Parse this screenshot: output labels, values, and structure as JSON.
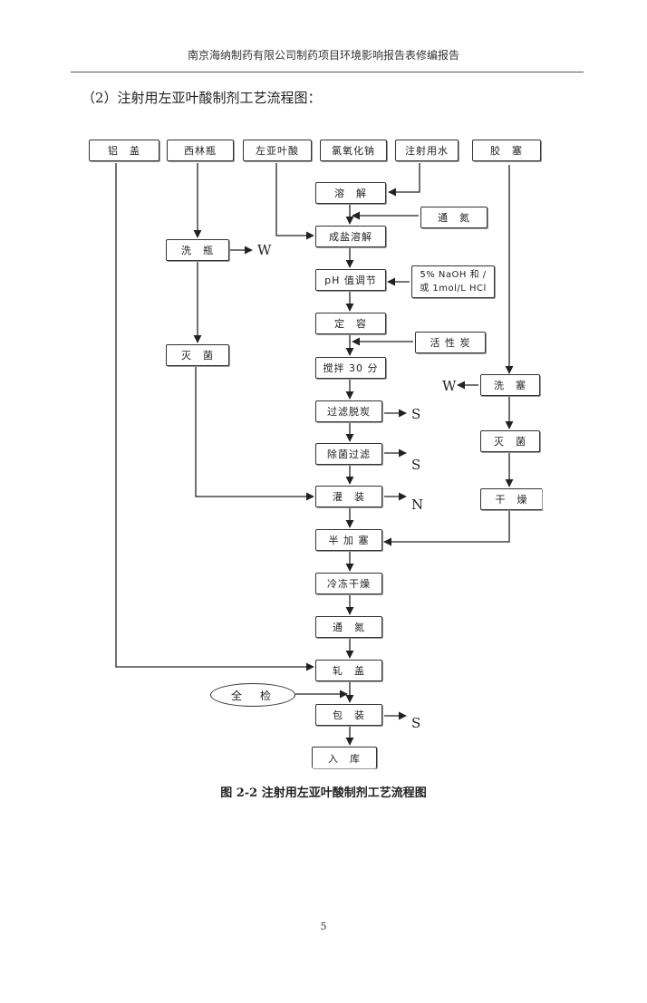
{
  "header": {
    "text": "南京海纳制药有限公司制药项目环境影响报告表修编报告"
  },
  "section_title": "（2）注射用左亚叶酸制剂工艺流程图：",
  "flowchart": {
    "inputs": {
      "aluminum_cap": "铝　盖",
      "vial": "西林瓶",
      "levoleucovorin": "左亚叶酸",
      "sodium_chloride": "氯氧化钠",
      "water_for_injection": "注射用水",
      "rubber_stopper": "胶　塞"
    },
    "steps": {
      "dissolve": "溶　解",
      "salt_dissolve": "成盐溶解",
      "ph_adjust": "pH 值调节",
      "constant_volume": "定　容",
      "stir": "搅拌 30 分",
      "filter_decarbon": "过滤脱炭",
      "sterile_filter": "除菌过滤",
      "fill": "灌　装",
      "half_stopper": "半 加 塞",
      "freeze_dry": "冷冻干燥",
      "nitrogen_fill": "通　氮",
      "crimp_cap": "轧　盖",
      "package": "包　装",
      "warehouse": "入　库"
    },
    "vial_line": {
      "wash": "洗　瓶",
      "sterilize": "灭　菌"
    },
    "stopper_line": {
      "wash": "洗　塞",
      "sterilize": "灭　菌",
      "dry": "干　燥"
    },
    "additives": {
      "nitrogen": "通　氮",
      "ph_reagent_line1": "5% NaOH 和 /",
      "ph_reagent_line2": "或 1mol/L HCl",
      "activated_carbon": "活 性 炭"
    },
    "inspection": "全　检",
    "outputs": {
      "wash_vial": "W",
      "wash_stopper": "W",
      "filter_decarbon": "S",
      "sterile_filter": "S",
      "fill": "N",
      "package": "S"
    }
  },
  "caption": "图 2-2  注射用左亚叶酸制剂工艺流程图",
  "page_number": "5"
}
